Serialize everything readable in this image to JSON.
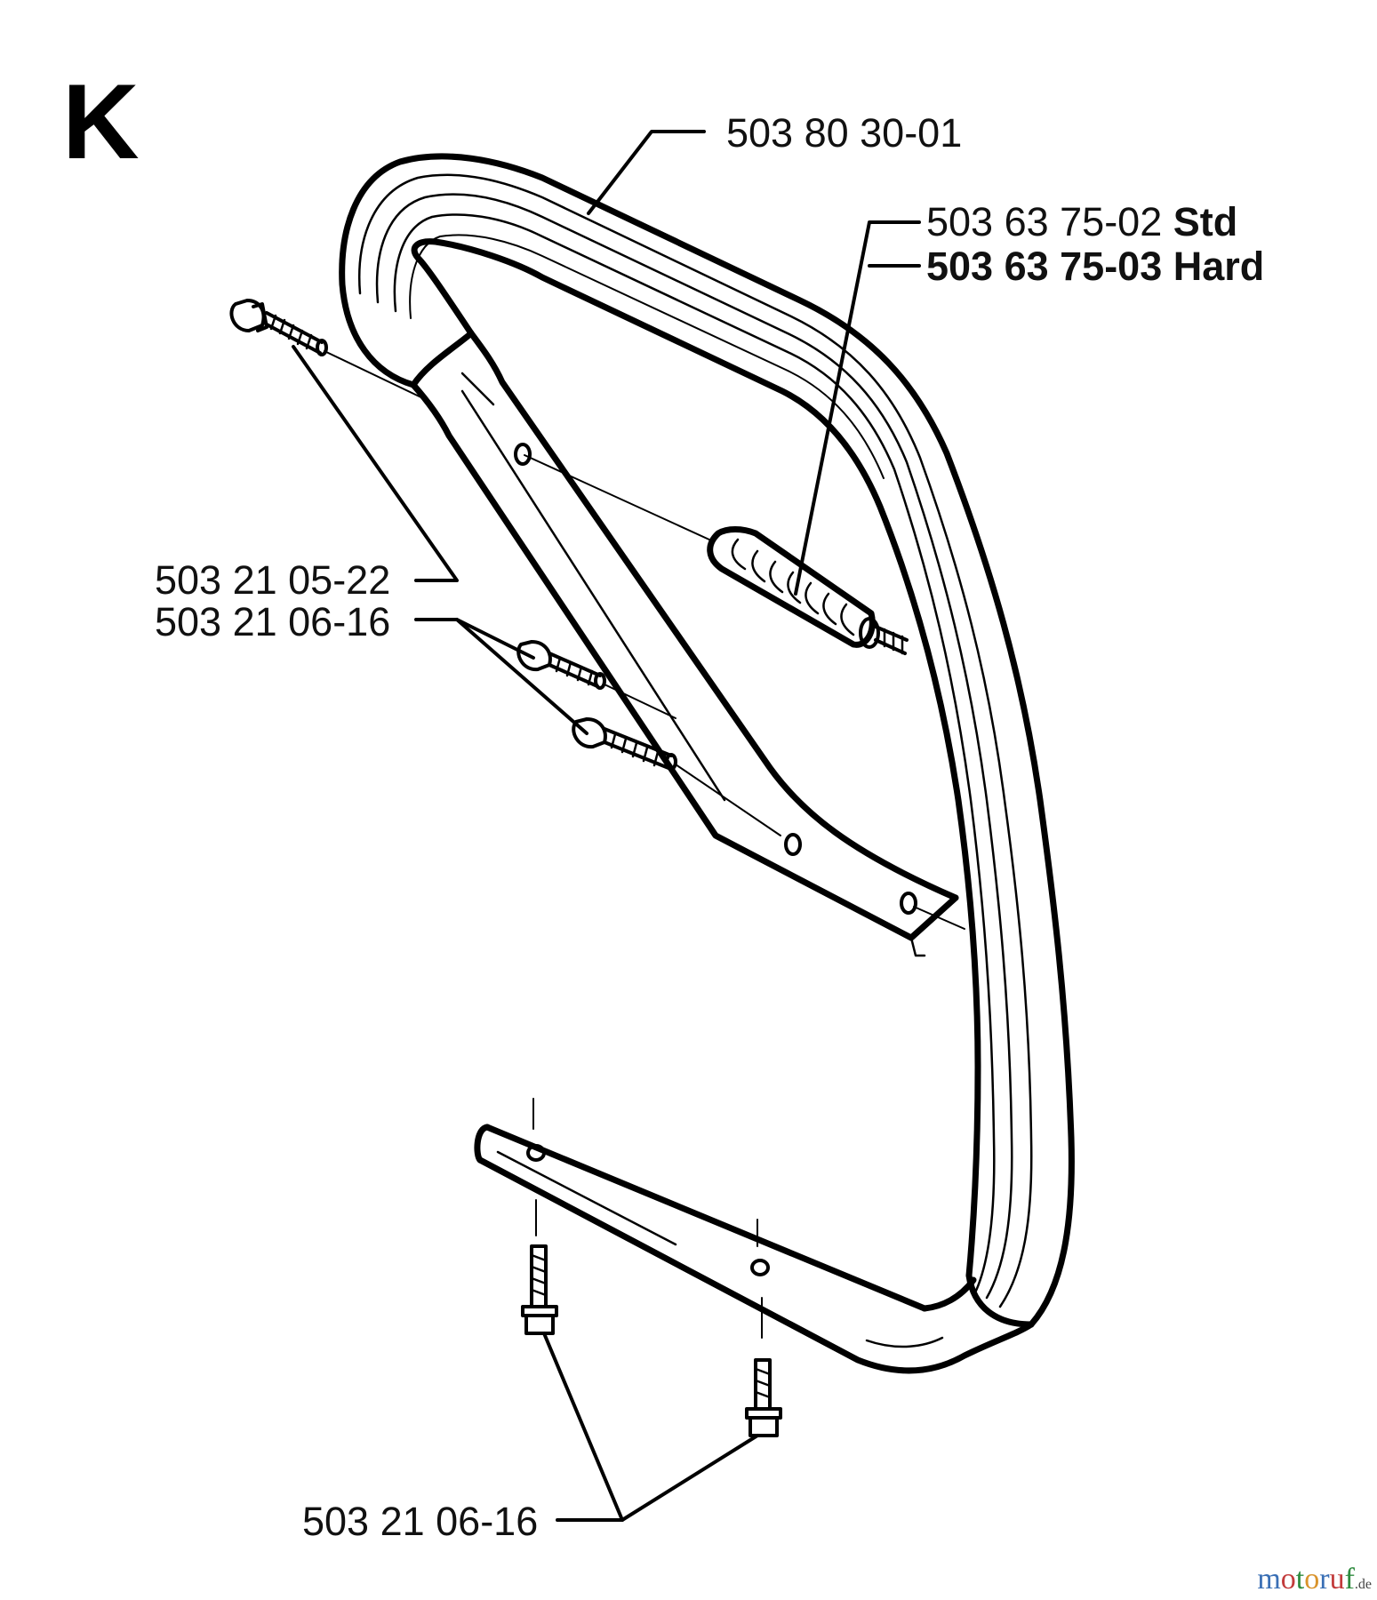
{
  "section_letter": "K",
  "parts": {
    "front_handle": "503 80 30-01",
    "antivibration_std_number": "503 63 75-02",
    "antivibration_std_suffix": "Std",
    "antivibration_hard": "503 63 75-03 Hard",
    "screw_upper": "503 21 05-22",
    "screw_middle": "503 21 06-16",
    "screw_bottom": "503 21 06-16"
  },
  "watermark": {
    "text": "motoruf",
    "suffix": ".de",
    "letter_colors": [
      "#3a6fb5",
      "#c23b3b",
      "#2e8b3e",
      "#d9932b",
      "#3a6fb5",
      "#c23b3b",
      "#2e8b3e"
    ]
  }
}
